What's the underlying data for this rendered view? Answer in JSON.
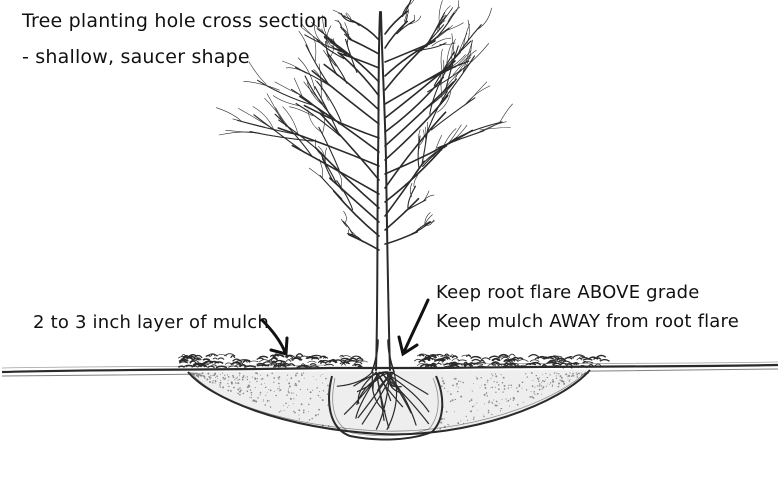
{
  "title": {
    "line1": "Tree planting hole cross section",
    "line2": "- shallow, saucer shape"
  },
  "annotations": {
    "mulch": "2 to 3 inch layer of mulch",
    "root_flare_1": "Keep root flare ABOVE grade",
    "root_flare_2": "Keep mulch AWAY from root flare"
  },
  "colors": {
    "ink": "#2a2a2a",
    "stipple": "#8a8a8a",
    "background": "#ffffff"
  }
}
